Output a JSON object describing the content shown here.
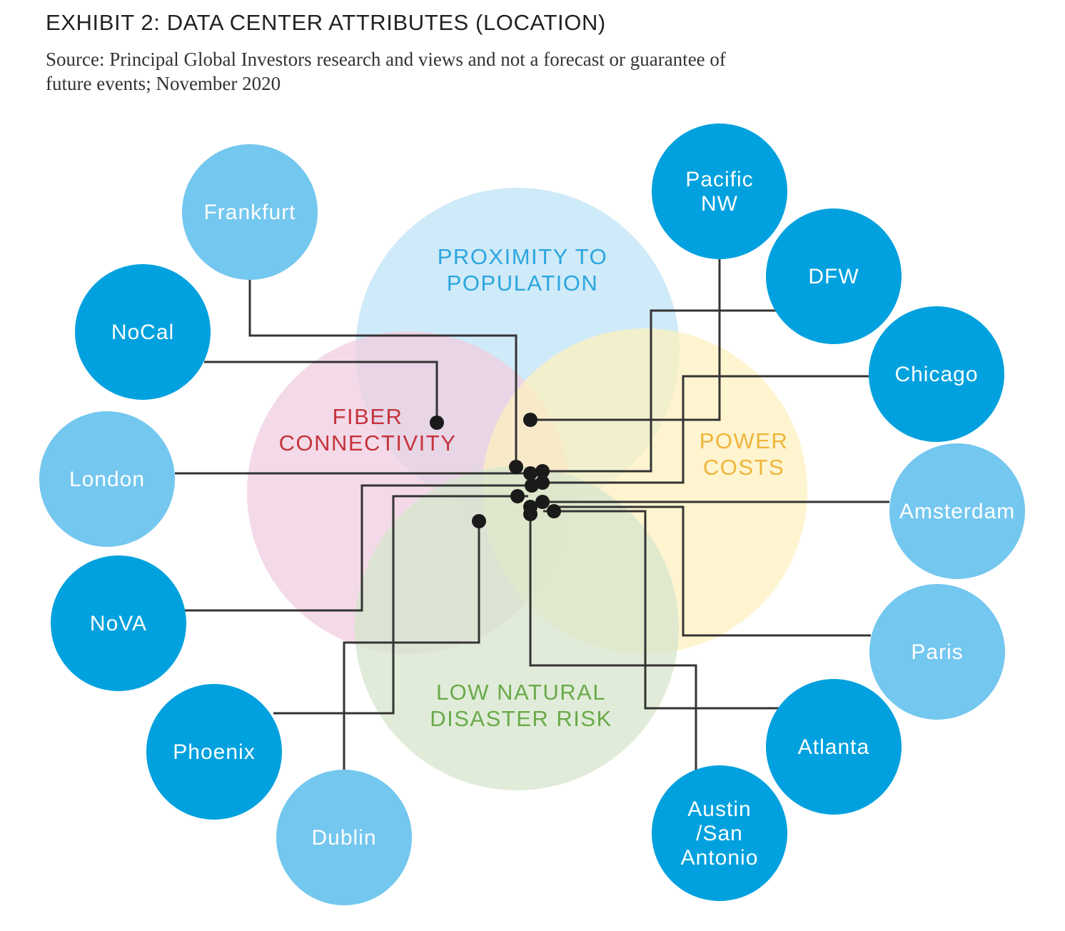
{
  "header": {
    "title": "EXHIBIT 2: DATA CENTER ATTRIBUTES (LOCATION)",
    "source": "Source: Principal Global Investors research and views and not a forecast or guarantee of future events; November 2020"
  },
  "categories": [
    {
      "id": "population",
      "lines": [
        "PROXIMITY TO",
        "POPULATION"
      ],
      "fill": "#bfe3f5",
      "text_color": "#2ba6df"
    },
    {
      "id": "fiber",
      "lines": [
        "FIBER",
        "CONNECTIVITY"
      ],
      "fill": "#f0cde0",
      "text_color": "#c5333c"
    },
    {
      "id": "power",
      "lines": [
        "POWER",
        "COSTS"
      ],
      "fill": "#fdf0bf",
      "text_color": "#f0b43c"
    },
    {
      "id": "disaster",
      "lines": [
        "LOW NATURAL",
        "DISASTER RISK"
      ],
      "fill": "#d5e6cc",
      "text_color": "#6aaa4a"
    }
  ],
  "cities": [
    {
      "id": "frankfurt",
      "lines": [
        "Frankfurt"
      ],
      "fill": "#74c7ef"
    },
    {
      "id": "nocal",
      "lines": [
        "NoCal"
      ],
      "fill": "#00a1de"
    },
    {
      "id": "london",
      "lines": [
        "London"
      ],
      "fill": "#74c7ef"
    },
    {
      "id": "nova",
      "lines": [
        "NoVA"
      ],
      "fill": "#00a1de"
    },
    {
      "id": "phoenix",
      "lines": [
        "Phoenix"
      ],
      "fill": "#00a1de"
    },
    {
      "id": "dublin",
      "lines": [
        "Dublin"
      ],
      "fill": "#74c7ef"
    },
    {
      "id": "pacificnw",
      "lines": [
        "Pacific",
        "NW"
      ],
      "fill": "#00a1de"
    },
    {
      "id": "dfw",
      "lines": [
        "DFW"
      ],
      "fill": "#00a1de"
    },
    {
      "id": "chicago",
      "lines": [
        "Chicago"
      ],
      "fill": "#00a1de"
    },
    {
      "id": "amsterdam",
      "lines": [
        "Amsterdam"
      ],
      "fill": "#74c7ef"
    },
    {
      "id": "paris",
      "lines": [
        "Paris"
      ],
      "fill": "#74c7ef"
    },
    {
      "id": "atlanta",
      "lines": [
        "Atlanta"
      ],
      "fill": "#00a1de"
    },
    {
      "id": "austin",
      "lines": [
        "Austin",
        "/San",
        "Antonio"
      ],
      "fill": "#00a1de"
    }
  ],
  "colors": {
    "connector": "#333333",
    "dot": "#1a1a1a"
  }
}
